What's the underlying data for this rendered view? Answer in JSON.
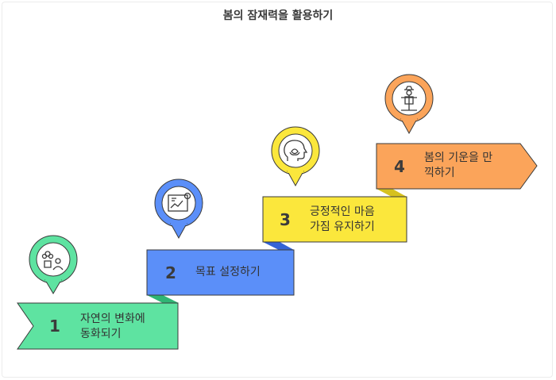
{
  "title": "봄의 잠재력을 활용하기",
  "steps": [
    {
      "number": "1",
      "label": "자연의 변화에\n동화되기",
      "icon": "flower-people-icon",
      "color": "#5ee3a1",
      "shade": "#2fb574"
    },
    {
      "number": "2",
      "label": "목표 설정하기",
      "icon": "goal-chart-icon",
      "color": "#5b8ff9",
      "shade": "#3463d6"
    },
    {
      "number": "3",
      "label": "긍정적인 마음\n가짐 유지하기",
      "icon": "mind-lotus-icon",
      "color": "#fbe73c",
      "shade": "#d6c11f"
    },
    {
      "number": "4",
      "label": "봄의 기운을 만\n끽하기",
      "icon": "scarecrow-icon",
      "color": "#fba45a",
      "shade": "#d9813a"
    }
  ]
}
